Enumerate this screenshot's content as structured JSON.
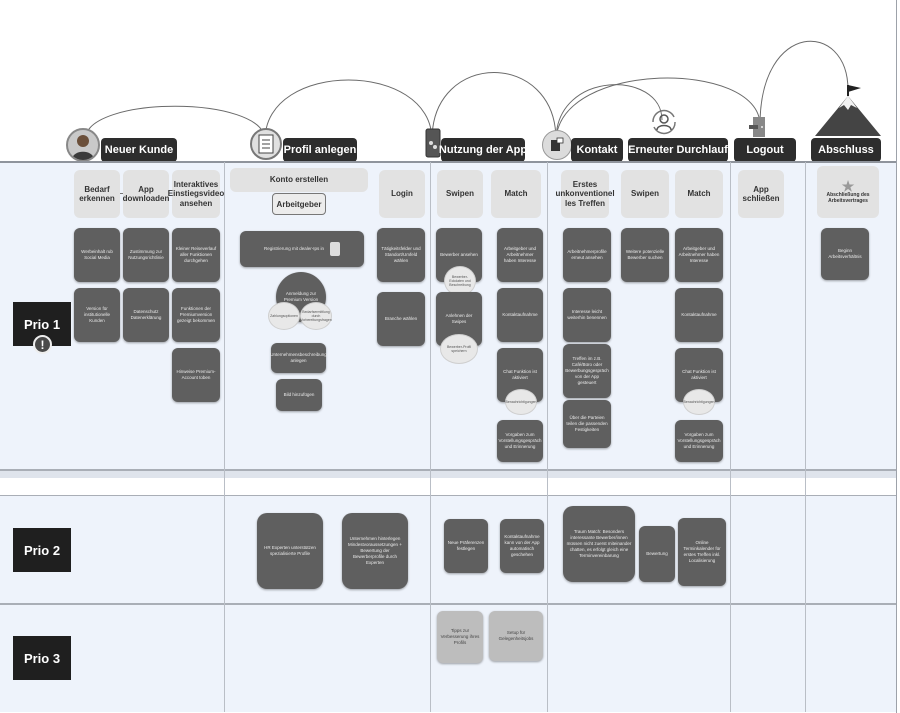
{
  "phases": [
    {
      "label": "Neuer Kunde",
      "icon": "user-icon"
    },
    {
      "label": "Profil anlegen",
      "icon": "document-icon"
    },
    {
      "label": "Nutzung der App",
      "icon": "phone-icon"
    },
    {
      "label": "Kontakt",
      "icon": "chat-icon"
    },
    {
      "label": "Erneuter Durchlauf",
      "icon": "refresh-user-icon"
    },
    {
      "label": "Logout",
      "icon": "door-icon"
    },
    {
      "label": "Abschluss",
      "icon": "mountain-flag-icon"
    }
  ],
  "subphases": {
    "bedarf": "Bedarf erkennen",
    "download": "App downloaden",
    "video": "Interaktives Einstiegsvideo ansehen",
    "konto": "Konto erstellen",
    "arbeitgeber": "Arbeitgeber",
    "login": "Login",
    "swipen1": "Swipen",
    "match1": "Match",
    "treffen": "Erstes unkonventionel les Treffen",
    "swipen2": "Swipen",
    "match2": "Match",
    "schliessen": "App schließen",
    "abschluss": "Abschließung des Arbeitsvertrages"
  },
  "prio_labels": {
    "p1": "Prio 1",
    "p2": "Prio 2",
    "p3": "Prio 3"
  },
  "cards": {
    "nk1": "Werbeinhalt rub Social Media",
    "nk2": "Zustimmung zur Nutzungsrichtlinie",
    "nk3": "Kleiner Reiseverlauf aller Funktionen durchgehen",
    "nk4": "Version für institutionelle Kunden",
    "nk5": "Datenschutz Datenerklärung",
    "nk6": "Funktionen der Premiumversion gezeigt bekommen",
    "nk7": "Hinweise Premium-Account toben",
    "pa1": "Registrierung mit dealer-Ips in",
    "pa_circle": "Anmeldung zur Premium Version",
    "pa_b1": "Zahlungsoptionen",
    "pa_b2": "Bedarfsermittlung durch Vorbereitungsfragen",
    "pa2": "Unternehmensbeschreibung anlegen",
    "pa3": "Bild hinzufügen",
    "lg1": "Tätigkeitsfelder und Standort/Umfeld wählen",
    "lg2": "Branche wählen",
    "sw1": "Bewerber ansehen",
    "sw_b1": "Bewerber-Eckdaten und Beschreibung",
    "sw2": "Anlehnen der Swipes",
    "sw_b2": "Bewerber-Profil speichern",
    "ma1": "Arbeitgeber und Arbeitnehmer haben Interesse",
    "ma2": "Kontaktaufnahme",
    "ma3": "Chat Funktion ist aktiviert",
    "ma_b1": "Benachrichtigungen",
    "ma4": "Vorgaben zum Vorstellungsgespräch und Erinnerung",
    "tr1": "Arbeitnehmerprofile erneut ansehen",
    "tr2": "Interesse leicht weiterhin benennen",
    "tr3": "Treffen im z.B. Café/Büro oder Bewerbungsgespräch von der App gesteuert",
    "tr4": "Über die Parteien teilen die passenden Festigkeiten",
    "s2c1": "Weitere potenzielle Bewerber suchen",
    "m2c1": "Arbeitgeber und Arbeitnehmer haben Interesse",
    "m2c2": "Kontaktaufnahme",
    "m2c3": "Chat Funktion ist aktiviert",
    "m2_b1": "Benachrichtigungen",
    "m2c4": "Vorgaben zum Vorstellungsgespräch und Erinnerung",
    "ab1": "Beginn Arbeitsverhältnis",
    "p2a": "HR Experten unterstützen spezialisierte Profile",
    "p2b": "Unternehmen hinterlegen Mindestvoraussetzungen + Bewertung der Bewerberprofile durch Experten",
    "p2c": "Neue Präferenzen festlegen",
    "p2d": "Kontaktaufnahme kann von der App automatisch geschehen",
    "p2e": "Traum Match: Besonders interessante Bewerber/innen müssen nicht zuerst miteinander chatten, es erfolgt gleich eine Terminvereinbarung",
    "p2f": "Bewertung",
    "p2g": "Online Terminkalender für erstes Treffen inkl. Localisierung",
    "p3a": "Tipps zur Verbesserung ihres Profils",
    "p3b": "Setup für Gelegenheitsjobs"
  },
  "colors": {
    "band": "#eef3fb",
    "phase": "#2d2d2d",
    "card": "#5f5f5f",
    "prio": "#1f1f1f"
  }
}
